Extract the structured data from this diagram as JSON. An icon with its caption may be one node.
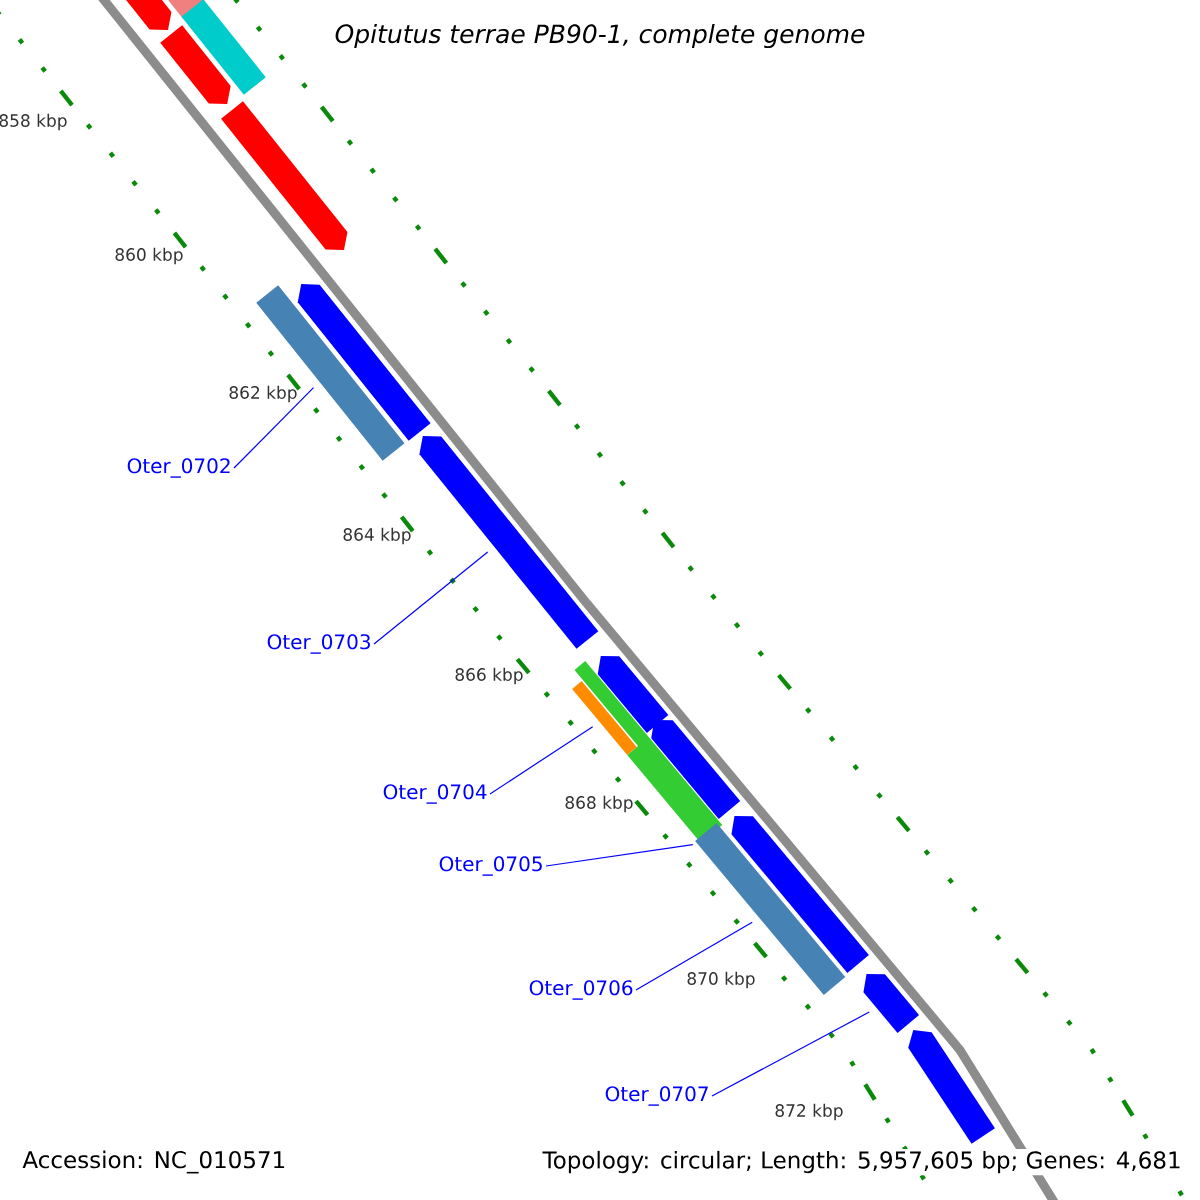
{
  "diagram": {
    "title": "Opitutus terrae PB90-1, complete genome",
    "nodes": [
      {
        "text": [
          "Oter_0702"
        ]
      },
      {
        "text": [
          "Oter_0703"
        ]
      },
      {
        "text": [
          "Oter_0704"
        ]
      },
      {
        "text": [
          "Oter_0705"
        ]
      },
      {
        "text": [
          "Oter_0706"
        ]
      },
      {
        "text": [
          "Oter_0707"
        ]
      },
      {
        "text": [],
        "shape": "pentagon"
      },
      {
        "text": [],
        "shape": "bar"
      },
      {
        "text": [],
        "shape": "bar"
      },
      {
        "text": [],
        "shape": "pentagon"
      },
      {
        "text": [],
        "shape": "pentagon"
      },
      {
        "text": [],
        "shape": "pentagon"
      },
      {
        "text": [],
        "shape": "bar"
      },
      {
        "text": [],
        "shape": "pentagon"
      },
      {
        "text": [],
        "shape": "pentagon"
      },
      {
        "text": [],
        "shape": "bar"
      },
      {
        "text": [],
        "shape": "bar"
      },
      {
        "text": [],
        "shape": "pentagon"
      },
      {
        "text": [],
        "shape": "pentagon"
      },
      {
        "text": [],
        "shape": "bar"
      },
      {
        "text": [],
        "shape": "pentagon"
      },
      {
        "text": [],
        "shape": "pentagon"
      }
    ],
    "edges": [
      {
        "from": 0,
        "to": 12,
        "arrow": "none"
      },
      {
        "from": 1,
        "to": 13,
        "arrow": "none"
      },
      {
        "from": 2,
        "to": 16,
        "arrow": "none"
      },
      {
        "from": 3,
        "to": 15,
        "arrow": "none"
      },
      {
        "from": 4,
        "to": 19,
        "arrow": "none"
      },
      {
        "from": 5,
        "to": 20,
        "arrow": "none"
      }
    ],
    "labels": [
      "858 kbp",
      "860 kbp",
      "862 kbp",
      "864 kbp",
      "866 kbp",
      "868 kbp",
      "870 kbp",
      "872 kbp",
      "Accession: NC_010571",
      "Topology: circular; Length: 5,957,605 bp; Genes: 4,681"
    ]
  }
}
